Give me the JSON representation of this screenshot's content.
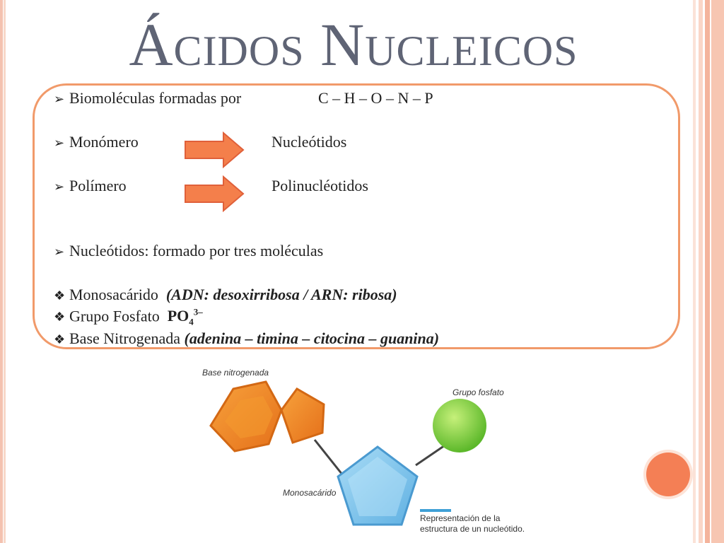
{
  "title": "Ácidos Nucleicos",
  "bullets": {
    "b1_label": "Biomoléculas formadas por",
    "b1_value": "C – H – O – N – P",
    "b2_label": "Monómero",
    "b2_value": "Nucleótidos",
    "b3_label": "Polímero",
    "b3_value": "Polinucléotidos",
    "b4_label": "Nucleótidos: formado por tres moléculas"
  },
  "sub_items": {
    "s1_label": "Monosacárido",
    "s1_detail": "(ADN: desoxirribosa /  ARN: ribosa)",
    "s2_label": "Grupo Fosfato",
    "s2_formula": "PO",
    "s2_sub": "4",
    "s2_sup": "3–",
    "s3_label": "Base Nitrogenada",
    "s3_detail": "(adenina – timina – citocina – guanina)"
  },
  "diagram": {
    "label_base": "Base nitrogenada",
    "label_phosphate": "Grupo fosfato",
    "label_sugar": "Monosacárido",
    "caption_line1": "Representación de la",
    "caption_line2": "estructura de un nucleótido."
  },
  "colors": {
    "title": "#5f6475",
    "box_border": "#f19a6a",
    "arrow": "#f47f4b",
    "base_ring": "#f0891e",
    "sugar": "#7fc4ec",
    "phosphate": "#8fd43a"
  }
}
